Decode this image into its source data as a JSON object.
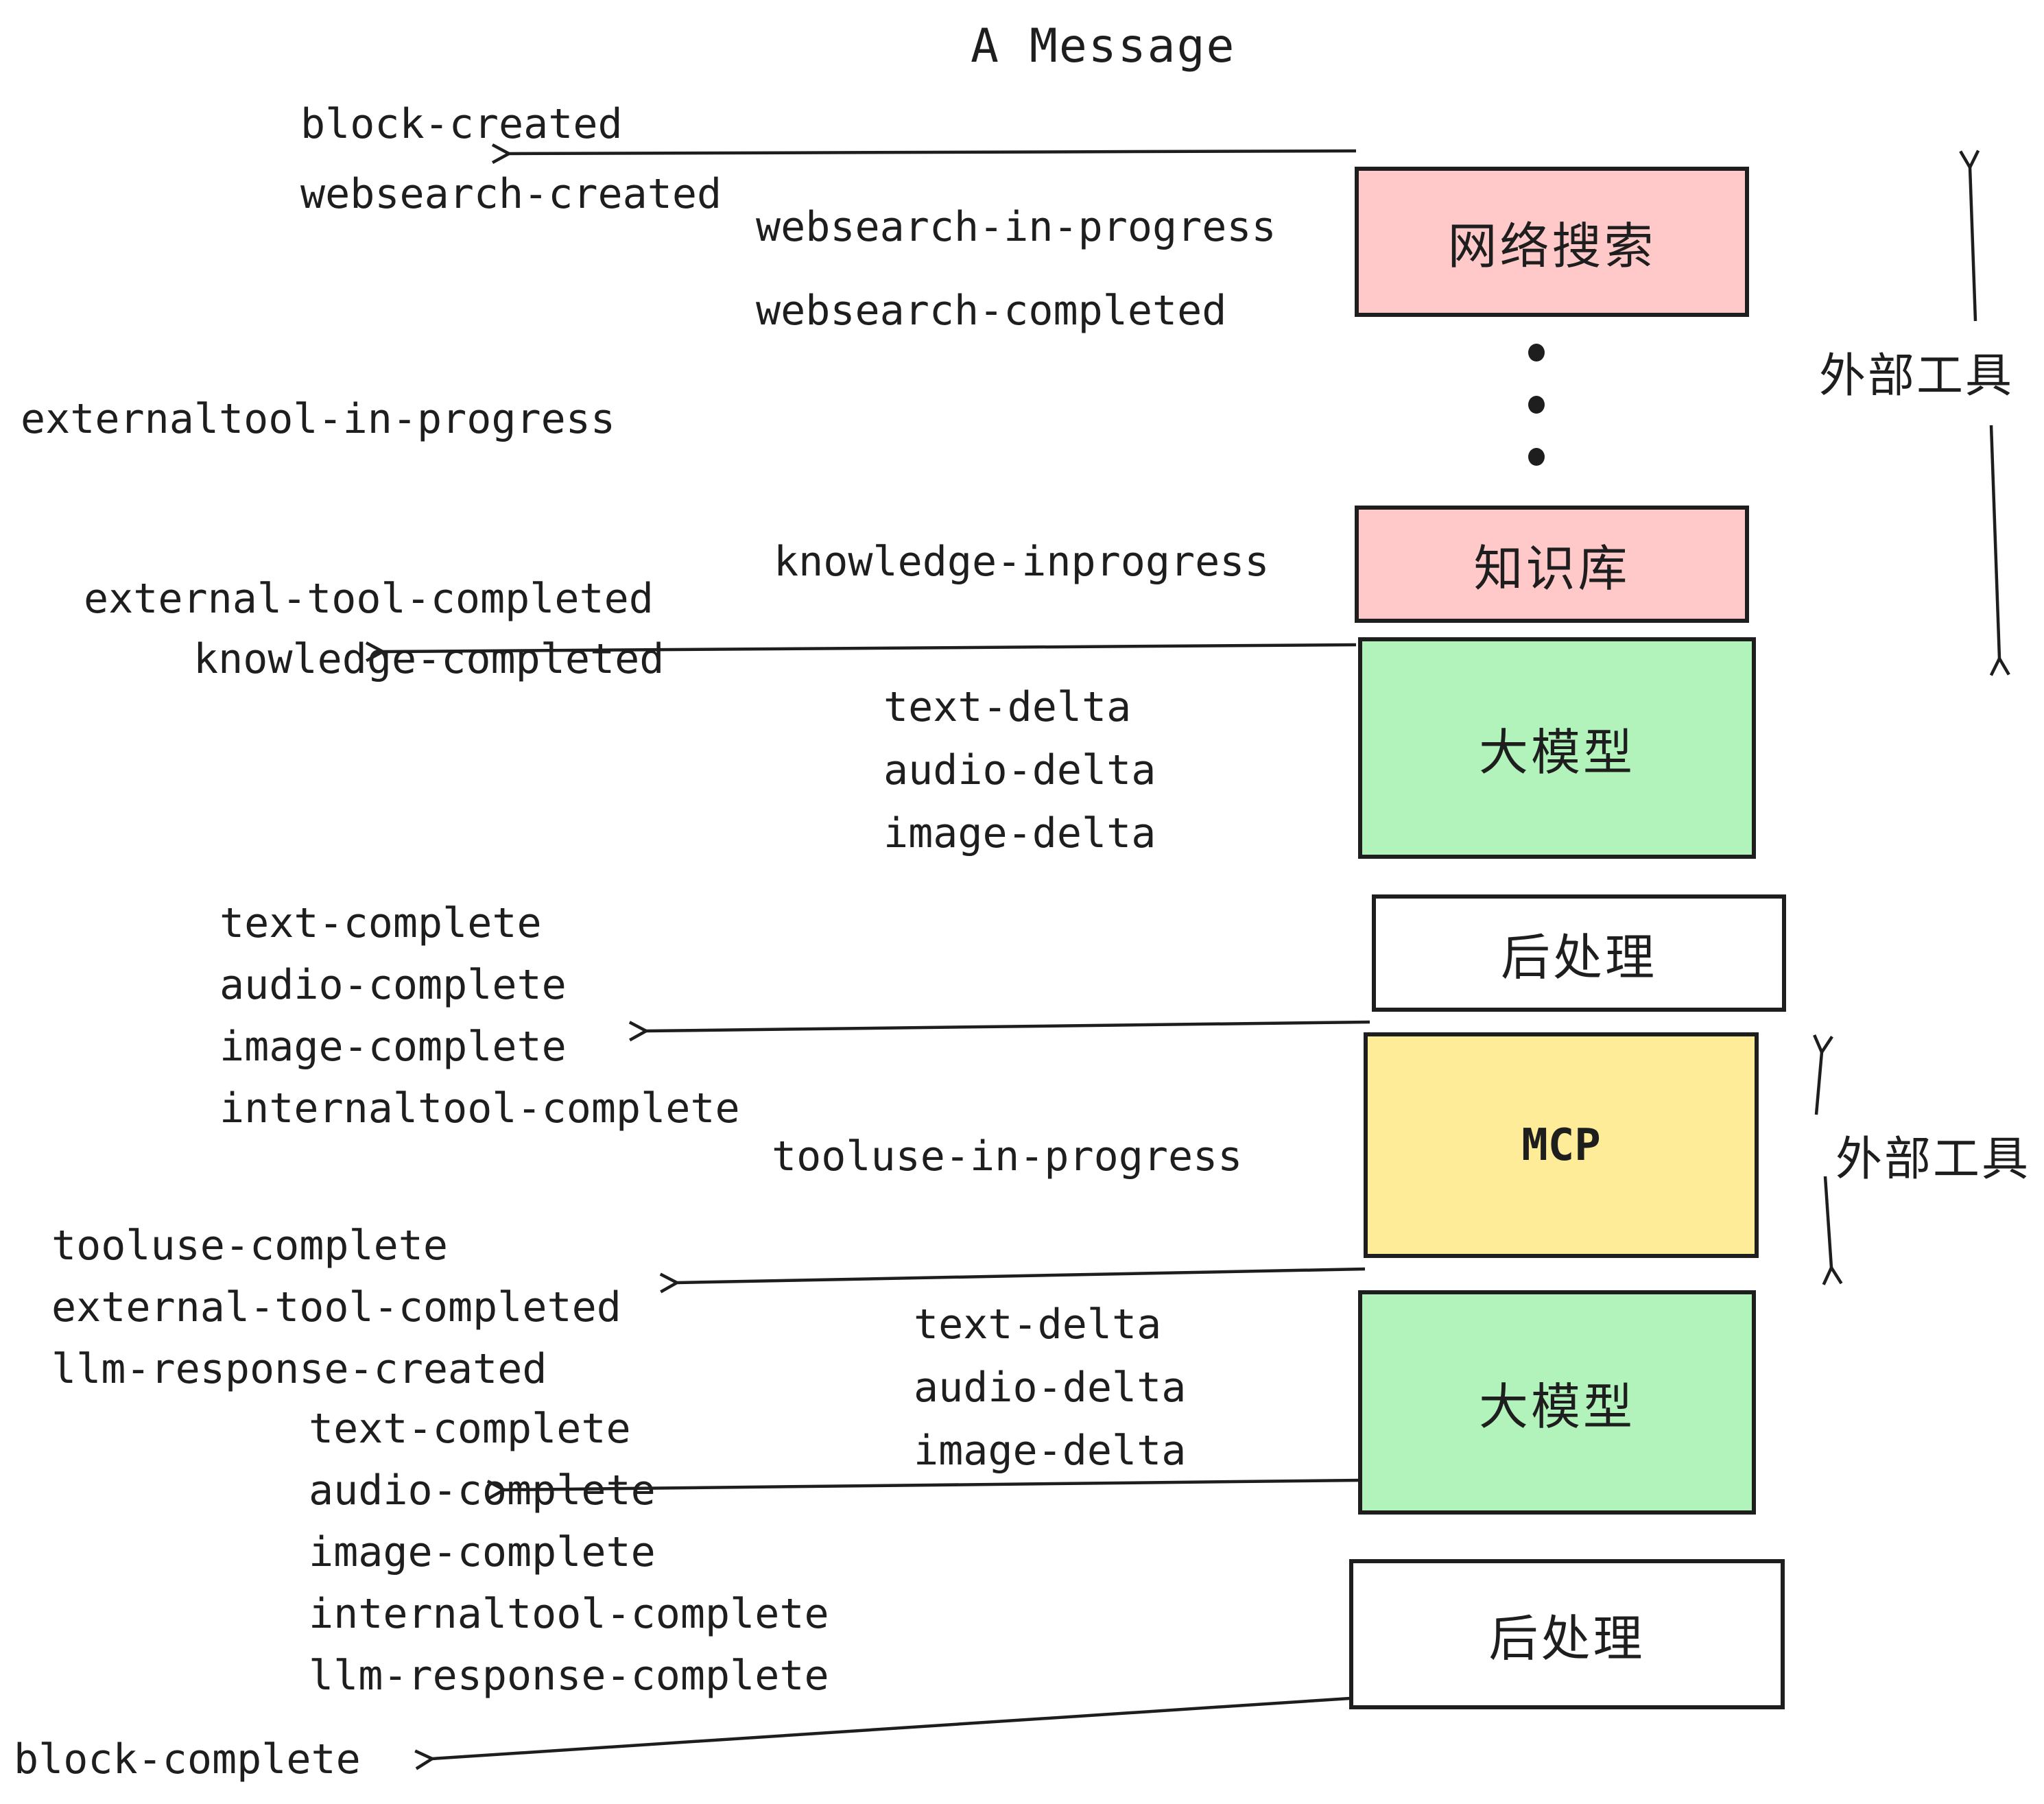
{
  "title": "A Message",
  "colors": {
    "pink": "#ffc9c9",
    "green": "#b2f2bb",
    "yellow": "#ffec99",
    "white": "#ffffff",
    "ink": "#1e1e1e"
  },
  "boxes": {
    "websearch": "网络搜索",
    "knowledge": "知识库",
    "llm1": "大模型",
    "post1": "后处理",
    "mcp": "MCP",
    "llm2": "大模型",
    "post2": "后处理"
  },
  "side_labels": {
    "external_tools_top": "外部工具",
    "external_tools_bottom": "外部工具"
  },
  "events": {
    "block_created": "block-created",
    "websearch_created": "websearch-created",
    "websearch_in_progress": "websearch-in-progress",
    "websearch_completed": "websearch-completed",
    "externaltool_in_progress": "externaltool-in-progress",
    "external_tool_completed_1": "external-tool-completed",
    "knowledge_completed": "knowledge-completed",
    "knowledge_inprogress": "knowledge-inprogress",
    "deltas_1": [
      "text-delta",
      "audio-delta",
      "image-delta"
    ],
    "completes_1": [
      "text-complete",
      "audio-complete",
      "image-complete",
      "internaltool-complete"
    ],
    "tooluse_in_progress": "tooluse-in-progress",
    "tooluse_complete": "tooluse-complete",
    "external_tool_completed_2": "external-tool-completed",
    "llm_response_created": "llm-response-created",
    "deltas_2": [
      "text-delta",
      "audio-delta",
      "image-delta"
    ],
    "completes_2": [
      "text-complete",
      "audio-complete",
      "image-complete",
      "internaltool-complete",
      "llm-response-complete"
    ],
    "block_complete": "block-complete"
  }
}
